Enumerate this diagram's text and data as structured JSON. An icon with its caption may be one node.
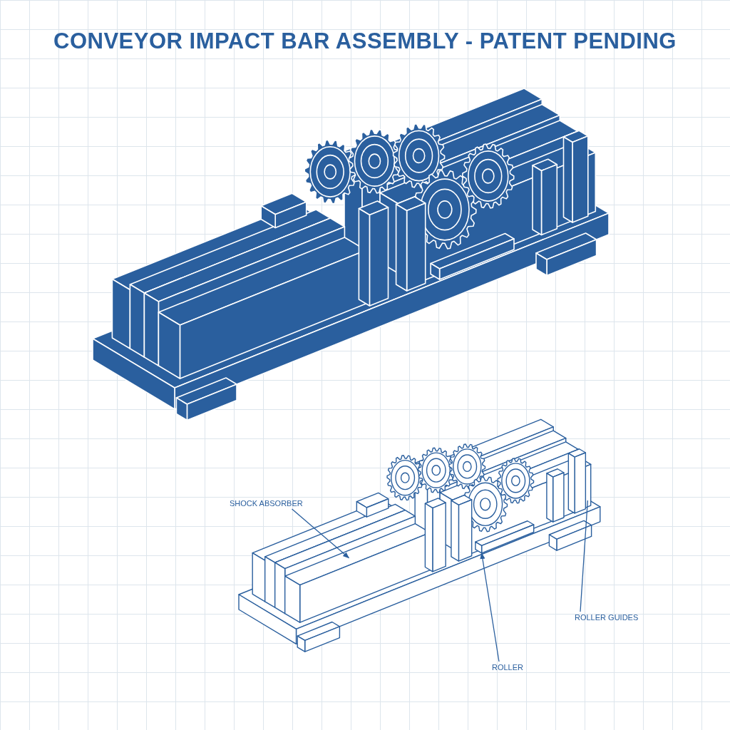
{
  "diagram": {
    "title": "CONVEYOR IMPACT BAR ASSEMBLY - PATENT PENDING",
    "nodes": [
      {
        "text": [
          "SHOCK ABSORBER"
        ]
      },
      {
        "text": [
          "ROLLER GUIDES"
        ]
      },
      {
        "text": [
          "ROLLER"
        ]
      }
    ],
    "edges": [
      {
        "from": 0,
        "to": null,
        "arrow": "to"
      },
      {
        "from": 1,
        "to": null,
        "arrow": "none"
      },
      {
        "from": 2,
        "to": null,
        "arrow": "to"
      }
    ]
  }
}
